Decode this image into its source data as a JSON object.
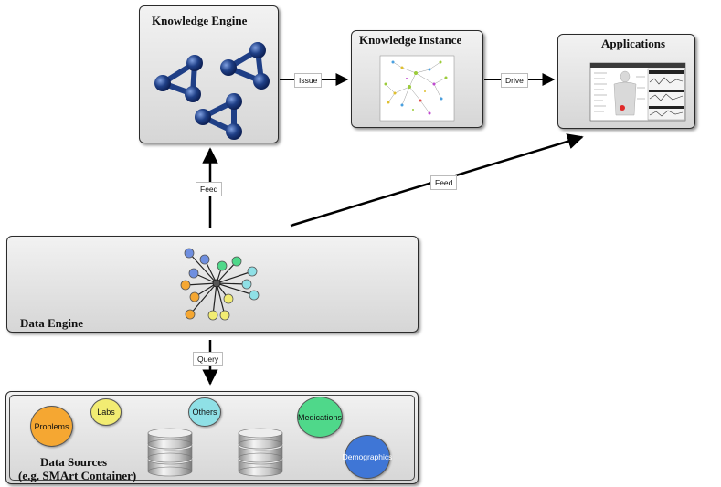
{
  "nodes": {
    "knowledge_engine": "Knowledge Engine",
    "knowledge_instance": "Knowledge Instance",
    "applications": "Applications",
    "data_engine": "Data Engine",
    "data_sources_line1": "Data Sources",
    "data_sources_line2": "(e.g. SMArt Container)"
  },
  "edges": {
    "issue": "Issue",
    "drive": "Drive",
    "feed_up": "Feed",
    "feed_diag": "Feed",
    "query": "Query"
  },
  "data_items": {
    "problems": "Problems",
    "labs": "Labs",
    "others": "Others",
    "medications": "Medications",
    "demographics": "Demographics"
  },
  "colors": {
    "problems": "#f5a732",
    "labs": "#f2ec72",
    "others": "#8fe0e6",
    "medications": "#4fd88a",
    "demographics": "#3f76d6",
    "molecule": "#1f3f86"
  }
}
